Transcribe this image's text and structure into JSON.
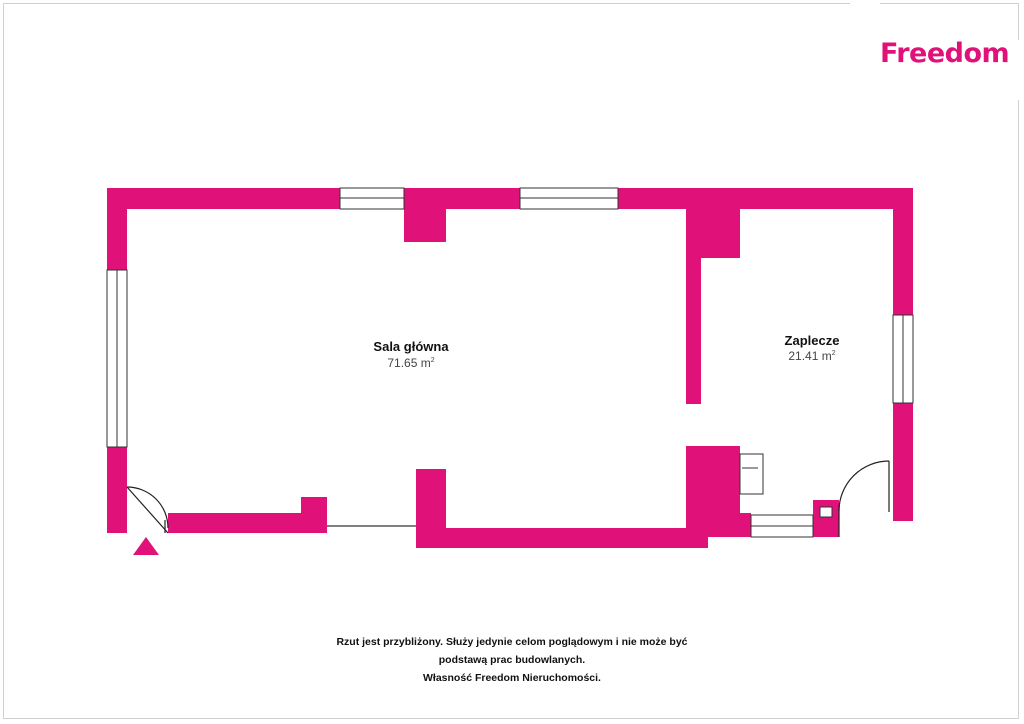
{
  "brand": {
    "name": "Freedom",
    "color": "#e0127a"
  },
  "rooms": [
    {
      "id": "sala",
      "name": "Sala główna",
      "area": "71.65 m",
      "unit_sup": "2"
    },
    {
      "id": "zaplecze",
      "name": "Zaplecze",
      "area": "21.41 m",
      "unit_sup": "2"
    }
  ],
  "entrance_marker": "entrance-triangle",
  "disclaimer": [
    "Rzut jest przybliżony. Służy jedynie celom poglądowym i nie może być",
    "podstawą prac budowlanych.",
    "Własność Freedom Nieruchomości."
  ]
}
